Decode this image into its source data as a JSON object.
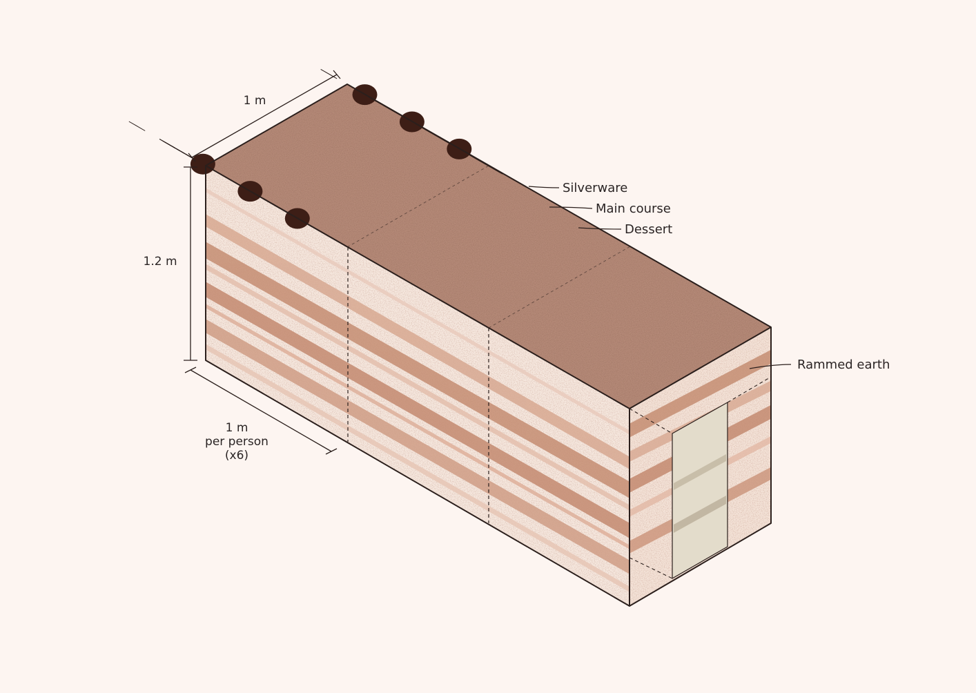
{
  "dimensions": {
    "top_width": "1 m",
    "height": "1.2 m",
    "length_line1": "1 m",
    "length_line2": "per person",
    "length_line3": "(x6)"
  },
  "callouts": {
    "silverware": "Silverware",
    "main_course": "Main course",
    "dessert": "Dessert",
    "rammed_earth": "Rammed earth"
  },
  "colors": {
    "background": "#fdf5f1",
    "top_surface": "#b58a78",
    "earth_light": "#f6e8df",
    "earth_band": "#c58d72",
    "cavity": "#3d1e16",
    "outline": "#2b1f1c"
  }
}
